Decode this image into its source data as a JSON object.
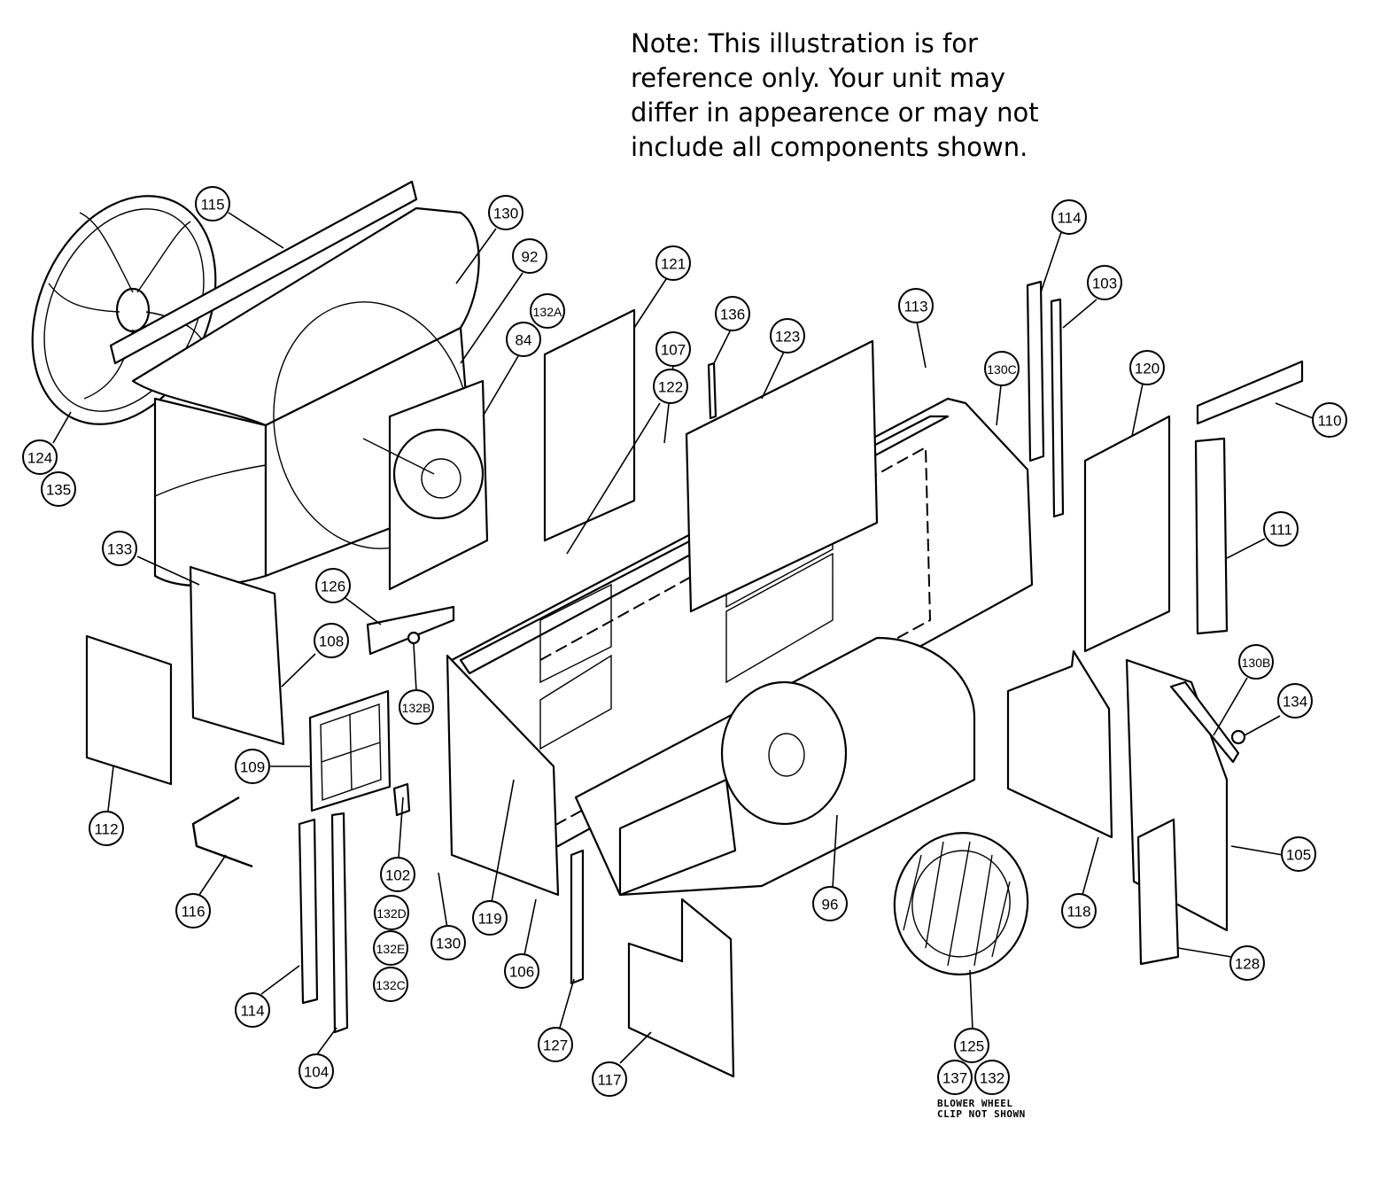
{
  "note": "Note: This illustration is for\nreference only. Your unit may\ndiffer in appearence or may not\ninclude all components shown.",
  "clip_note": "BLOWER WHEEL\nCLIP NOT SHOWN",
  "callouts": [
    {
      "id": "115",
      "label": "115"
    },
    {
      "id": "130a",
      "label": "130"
    },
    {
      "id": "92",
      "label": "92"
    },
    {
      "id": "132A",
      "label": "132A"
    },
    {
      "id": "84",
      "label": "84"
    },
    {
      "id": "121",
      "label": "121"
    },
    {
      "id": "107",
      "label": "107"
    },
    {
      "id": "122",
      "label": "122"
    },
    {
      "id": "136",
      "label": "136"
    },
    {
      "id": "123",
      "label": "123"
    },
    {
      "id": "113",
      "label": "113"
    },
    {
      "id": "130C",
      "label": "130C"
    },
    {
      "id": "114a",
      "label": "114"
    },
    {
      "id": "103",
      "label": "103"
    },
    {
      "id": "120",
      "label": "120"
    },
    {
      "id": "110",
      "label": "110"
    },
    {
      "id": "111",
      "label": "111"
    },
    {
      "id": "130B",
      "label": "130B"
    },
    {
      "id": "134",
      "label": "134"
    },
    {
      "id": "105",
      "label": "105"
    },
    {
      "id": "128",
      "label": "128"
    },
    {
      "id": "118",
      "label": "118"
    },
    {
      "id": "96",
      "label": "96"
    },
    {
      "id": "125",
      "label": "125"
    },
    {
      "id": "137",
      "label": "137"
    },
    {
      "id": "132",
      "label": "132"
    },
    {
      "id": "117",
      "label": "117"
    },
    {
      "id": "127",
      "label": "127"
    },
    {
      "id": "106",
      "label": "106"
    },
    {
      "id": "119",
      "label": "119"
    },
    {
      "id": "130b",
      "label": "130"
    },
    {
      "id": "102",
      "label": "102"
    },
    {
      "id": "132D",
      "label": "132D"
    },
    {
      "id": "132E",
      "label": "132E"
    },
    {
      "id": "132C",
      "label": "132C"
    },
    {
      "id": "104",
      "label": "104"
    },
    {
      "id": "114b",
      "label": "114"
    },
    {
      "id": "116",
      "label": "116"
    },
    {
      "id": "112",
      "label": "112"
    },
    {
      "id": "109",
      "label": "109"
    },
    {
      "id": "132B",
      "label": "132B"
    },
    {
      "id": "108",
      "label": "108"
    },
    {
      "id": "126",
      "label": "126"
    },
    {
      "id": "133",
      "label": "133"
    },
    {
      "id": "124",
      "label": "124"
    },
    {
      "id": "135",
      "label": "135"
    }
  ]
}
